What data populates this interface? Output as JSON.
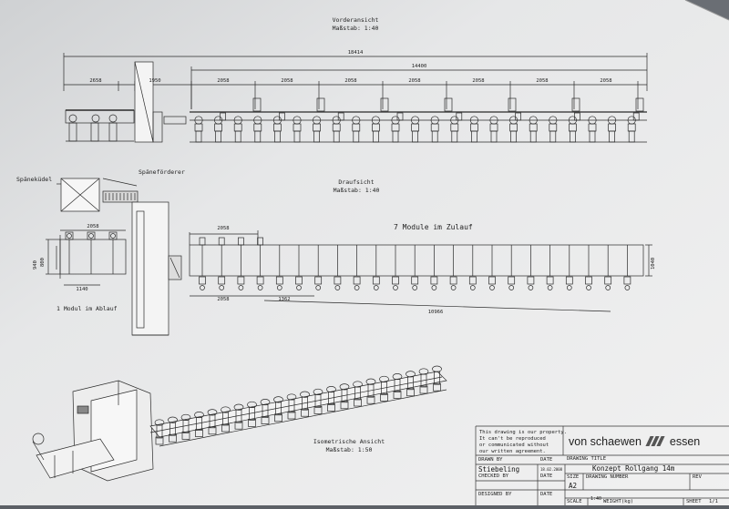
{
  "views": {
    "front": {
      "title": "Vorderansicht",
      "scale": "Maßstab: 1:40"
    },
    "top": {
      "title": "Draufsicht",
      "scale": "Maßstab: 1:40"
    },
    "iso": {
      "title": "Isometrische Ansicht",
      "scale": "Maßstab: 1:50"
    }
  },
  "labels": {
    "spaenekuebel": "Späneküdel",
    "spaenefoerderer": "Späneförderer",
    "module_in": "7 Module im Zulauf",
    "module_out": "1 Modul im Ablauf"
  },
  "dims_front": {
    "overall": "18414",
    "inner": "14400",
    "left": "2658",
    "machine": "1950",
    "modules": [
      "2058",
      "2058",
      "2058",
      "2058",
      "2058",
      "2058",
      "2058"
    ]
  },
  "dims_top": {
    "out_width": "2058",
    "out_height_a": "940",
    "out_height_b": "800",
    "out_bottom": "1140",
    "in_top": "2058",
    "in_first": "2058",
    "in_pitch": "1362",
    "in_total": "10966",
    "in_height": "1040"
  },
  "title_block": {
    "property_note": [
      "This drawing is our property.",
      "It can't be reproduced",
      "or communicated without",
      "our written agreement."
    ],
    "company": {
      "left": "von schaewen",
      "right": "essen"
    },
    "drawn_by_label": "DRAWN BY",
    "drawn_by_value": "Stiebeling",
    "date_label": "DATE",
    "date_value": "18.02.2008",
    "drawing_title_label": "DRAWING TITLE",
    "drawing_title_value": "Konzept Rollgang 14m",
    "checked_by_label": "CHECKED BY",
    "size_label": "SIZE",
    "size_value": "A2",
    "drawing_number_label": "DRAWING NUMBER",
    "rev_label": "REV",
    "designed_by_label": "DESIGNED BY",
    "scale_label": "SCALE",
    "scale_value": "1:40",
    "weight_label": "WEIGHT(kg)",
    "sheet_label": "SHEET",
    "sheet_value": "1/1"
  }
}
